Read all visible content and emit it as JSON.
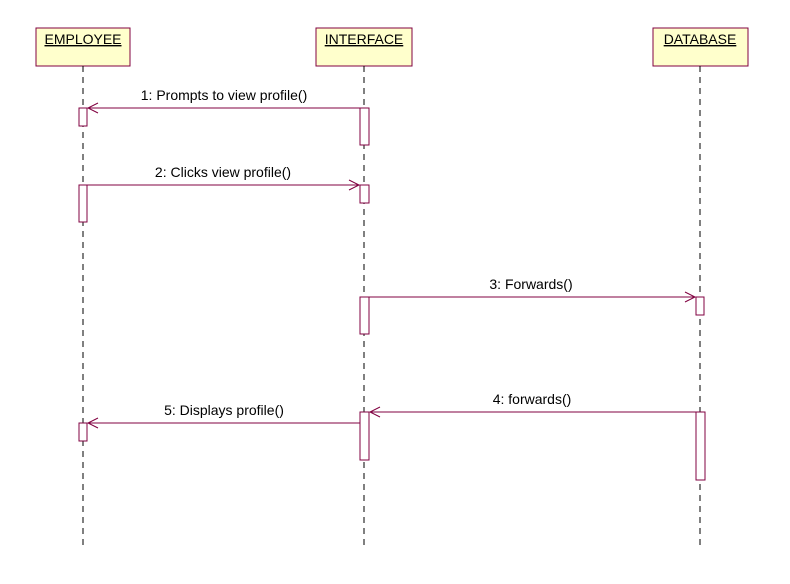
{
  "colors": {
    "line": "#800040",
    "object_fill": "#ffffcc",
    "activation_fill": "#ffffff",
    "text": "#000000",
    "background": "#ffffff"
  },
  "objects": [
    {
      "id": "employee",
      "label": "EMPLOYEE"
    },
    {
      "id": "interface",
      "label": "INTERFACE"
    },
    {
      "id": "database",
      "label": "DATABASE"
    }
  ],
  "messages": [
    {
      "label": "1: Prompts to view profile()",
      "from": "interface",
      "to": "employee"
    },
    {
      "label": "2: Clicks view profile()",
      "from": "employee",
      "to": "interface"
    },
    {
      "label": "3: Forwards()",
      "from": "interface",
      "to": "database"
    },
    {
      "label": "4: forwards()",
      "from": "database",
      "to": "interface"
    },
    {
      "label": "5: Displays profile()",
      "from": "interface",
      "to": "employee"
    }
  ]
}
